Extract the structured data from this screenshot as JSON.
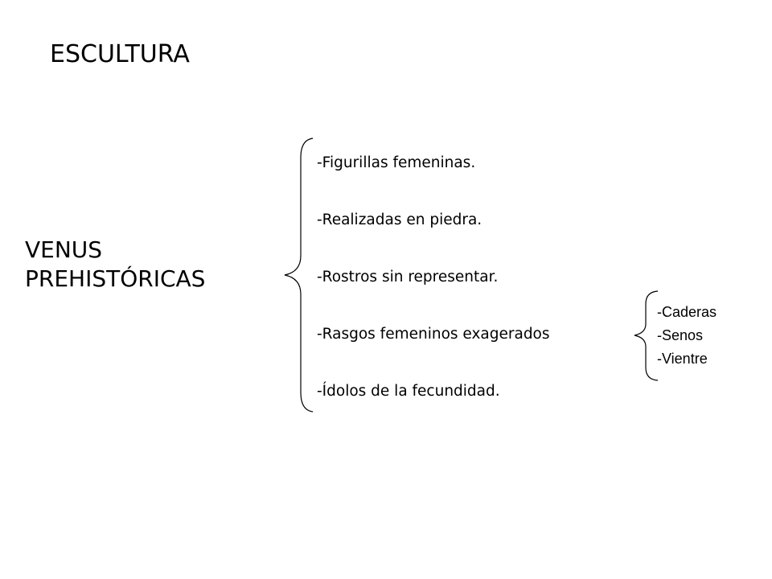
{
  "slide": {
    "title": "ESCULTURA",
    "subject": {
      "line1": "VENUS",
      "line2": "PREHISTÓRICAS"
    },
    "traits": [
      "-Figurillas femeninas.",
      "-Realizadas en piedra.",
      "-Rostros sin representar.",
      "-Rasgos femeninos exagerados",
      "-Ídolos de la fecundidad."
    ],
    "subtraits": [
      "-Caderas",
      "-Senos",
      "-Vientre"
    ]
  }
}
